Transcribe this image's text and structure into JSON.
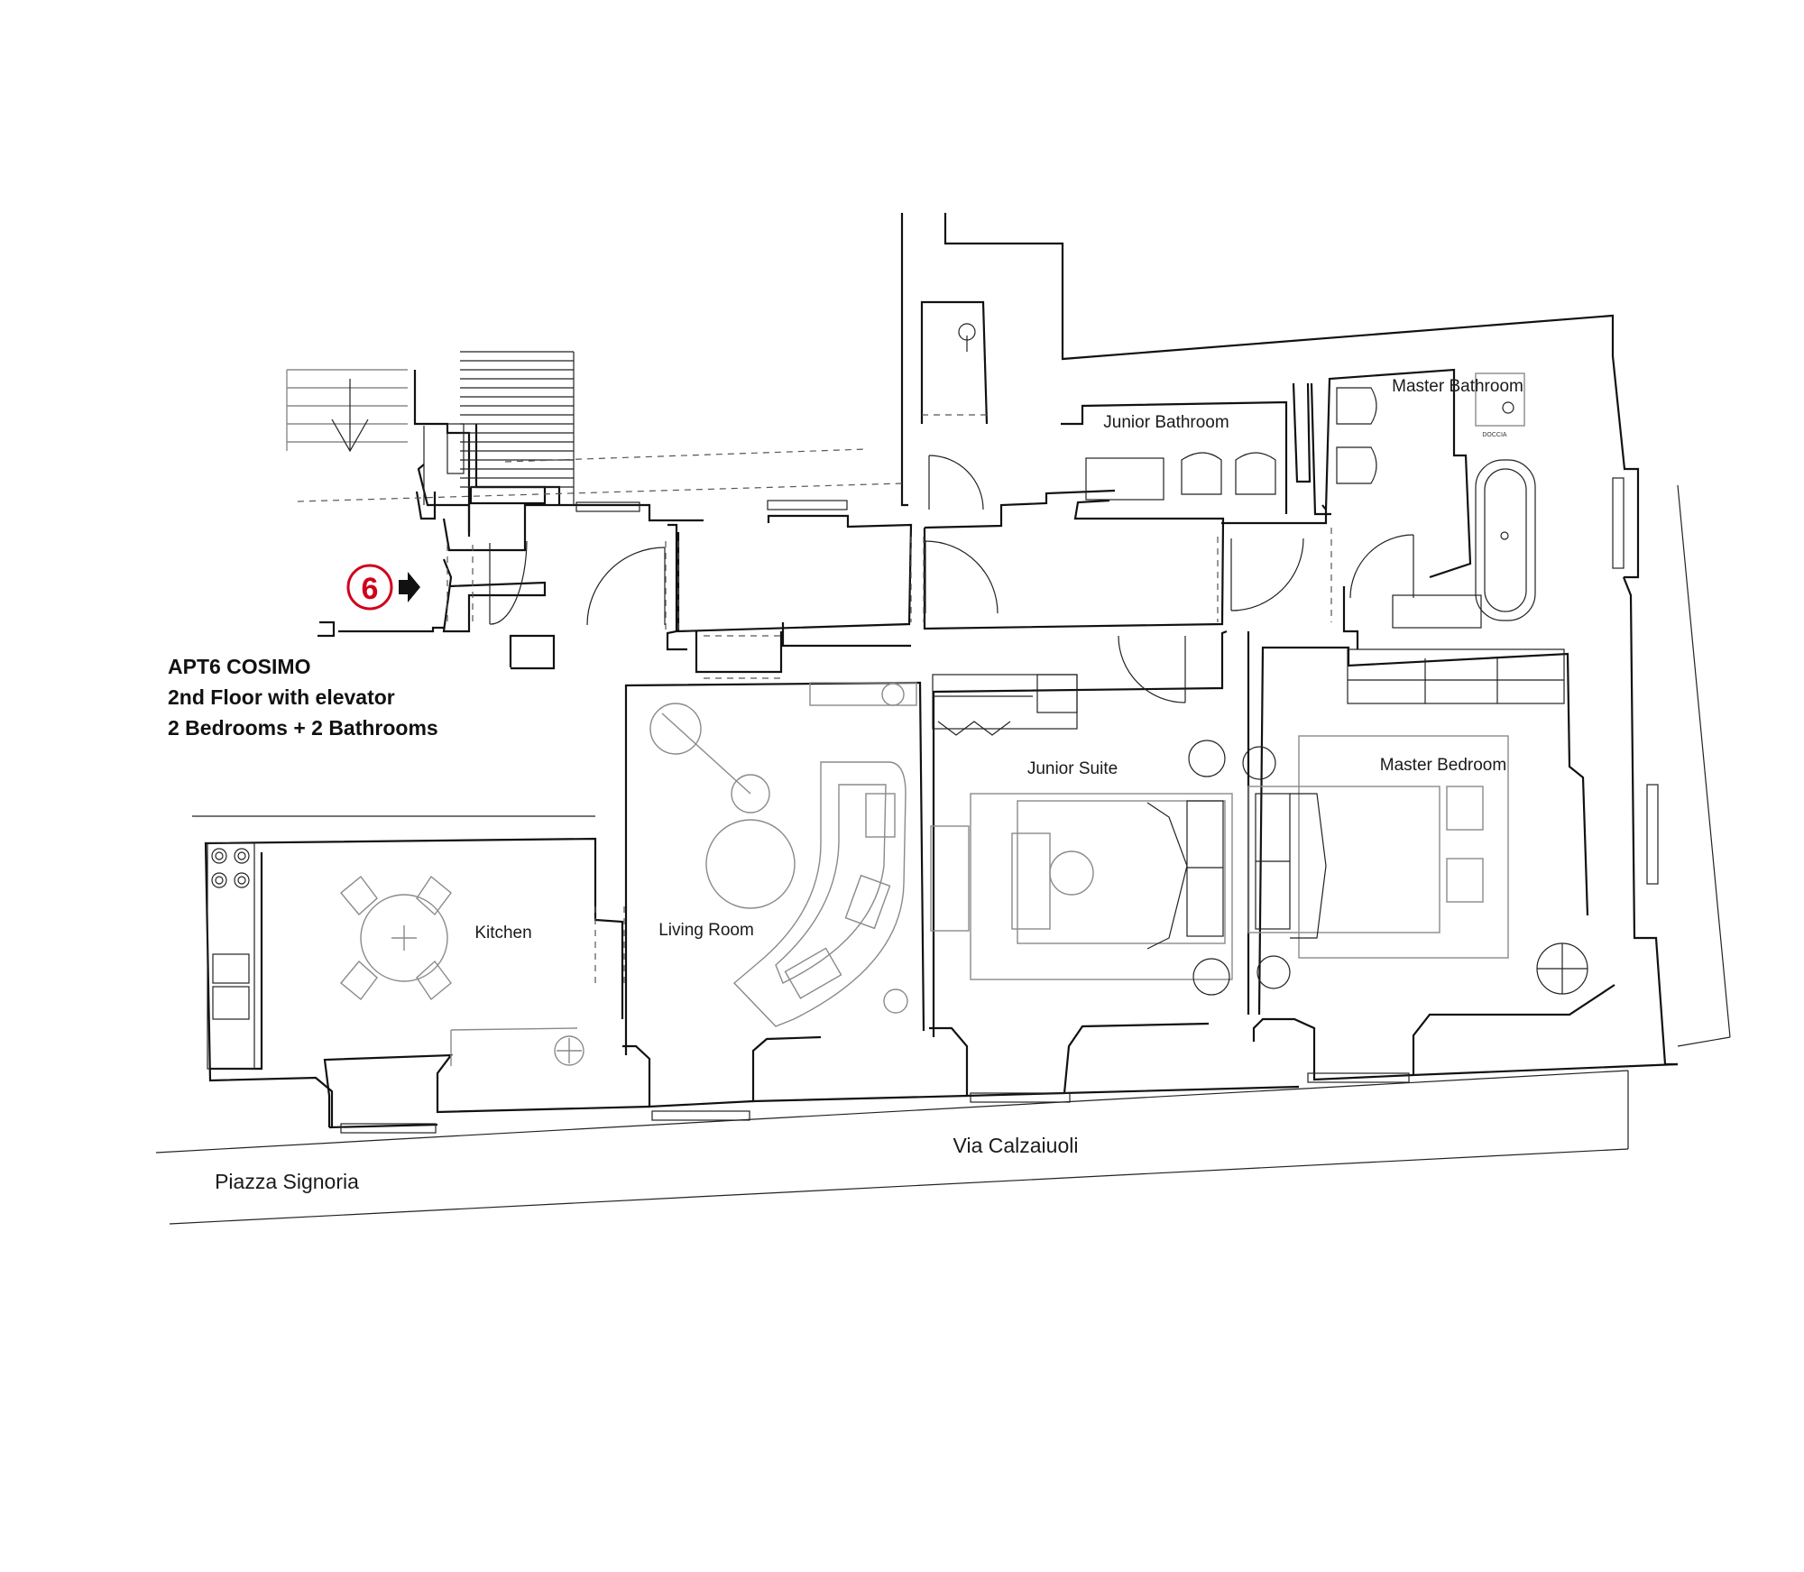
{
  "apartment": {
    "name": "APT6 COSIMO",
    "floor": "2nd Floor with elevator",
    "layout": "2 Bedrooms + 2 Bathrooms"
  },
  "entrance_marker": {
    "number": "6",
    "color": "#d0021b"
  },
  "rooms": {
    "junior_bathroom": "Junior Bathroom",
    "master_bathroom": "Master Bathroom",
    "junior_suite": "Junior Suite",
    "master_bedroom": "Master Bedroom",
    "kitchen": "Kitchen",
    "living_room": "Living Room"
  },
  "fixture_text": {
    "shower": "DOCCIA"
  },
  "streets": {
    "main": "Via Calzaiuoli",
    "square": "Piazza Signoria"
  }
}
